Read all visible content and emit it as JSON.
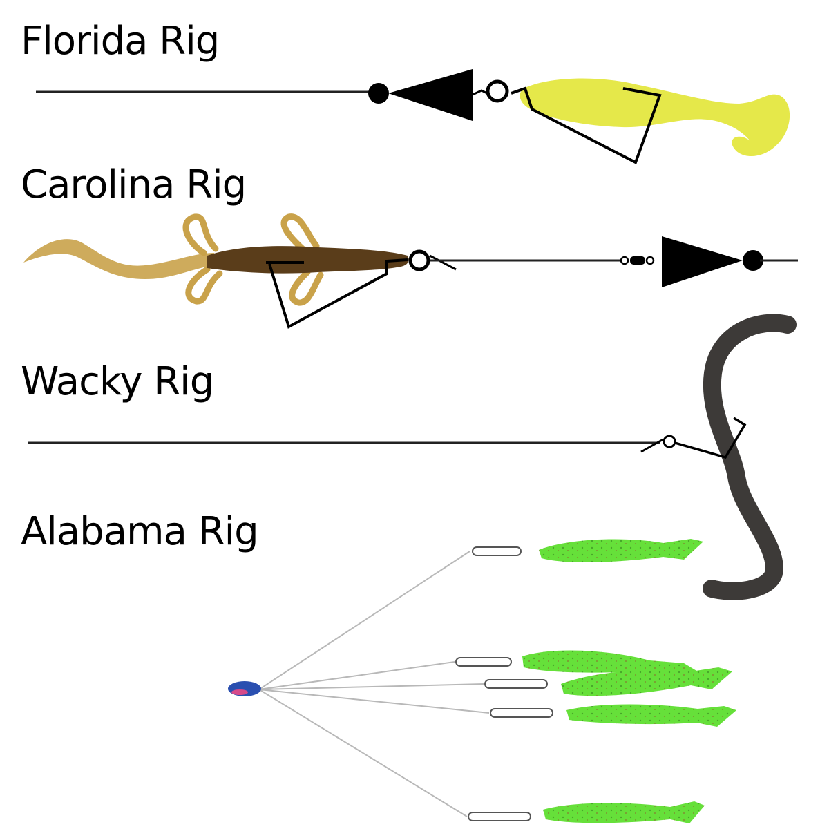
{
  "rigs": [
    {
      "id": "florida",
      "label": "Florida Rig"
    },
    {
      "id": "carolina",
      "label": "Carolina Rig"
    },
    {
      "id": "wacky",
      "label": "Wacky Rig"
    },
    {
      "id": "alabama",
      "label": "Alabama Rig"
    }
  ],
  "colors": {
    "line": "#222222",
    "weight": "#000000",
    "florida_grub": "#e5e84a",
    "carolina_lizard_tail": "#c9a24a",
    "carolina_lizard_body": "#5a3d1a",
    "wacky_worm": "#3d3a38",
    "alabama_swimbait": "#66e03a",
    "alabama_head": "#2a4fb0",
    "wire": "#b8b8b8"
  },
  "icons": [
    "bullet-weight-icon",
    "bead-icon",
    "swivel-icon",
    "hook-icon",
    "swimbait-icon",
    "jig-head-icon"
  ]
}
